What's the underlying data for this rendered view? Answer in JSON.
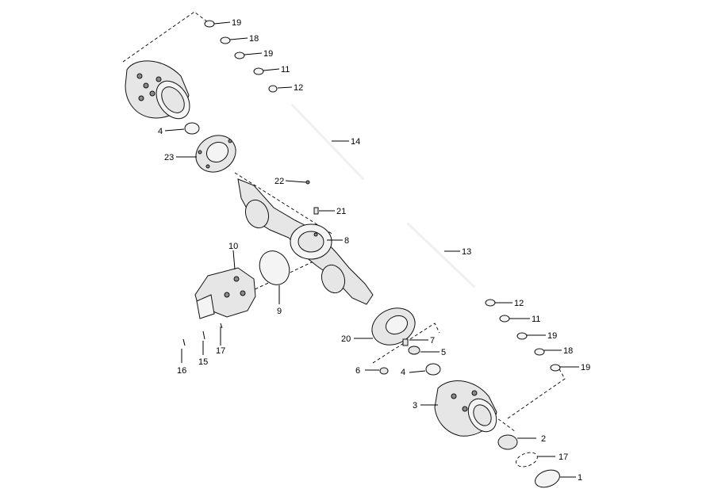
{
  "callouts": [
    {
      "id": "c19a",
      "text": "19"
    },
    {
      "id": "c18a",
      "text": "18"
    },
    {
      "id": "c19b",
      "text": "19"
    },
    {
      "id": "c11a",
      "text": "11"
    },
    {
      "id": "c12a",
      "text": "12"
    },
    {
      "id": "c14",
      "text": "14"
    },
    {
      "id": "c4a",
      "text": "4"
    },
    {
      "id": "c23",
      "text": "23"
    },
    {
      "id": "c22",
      "text": "22"
    },
    {
      "id": "c21",
      "text": "21"
    },
    {
      "id": "c8",
      "text": "8"
    },
    {
      "id": "c10",
      "text": "10"
    },
    {
      "id": "c9",
      "text": "9"
    },
    {
      "id": "c13",
      "text": "13"
    },
    {
      "id": "c12b",
      "text": "12"
    },
    {
      "id": "c11b",
      "text": "11"
    },
    {
      "id": "c19c",
      "text": "19"
    },
    {
      "id": "c18b",
      "text": "18"
    },
    {
      "id": "c19d",
      "text": "19"
    },
    {
      "id": "c20",
      "text": "20"
    },
    {
      "id": "c7",
      "text": "7"
    },
    {
      "id": "c5",
      "text": "5"
    },
    {
      "id": "c6",
      "text": "6"
    },
    {
      "id": "c4b",
      "text": "4"
    },
    {
      "id": "c16",
      "text": "16"
    },
    {
      "id": "c15",
      "text": "15"
    },
    {
      "id": "c17a",
      "text": "17"
    },
    {
      "id": "c3",
      "text": "3"
    },
    {
      "id": "c2",
      "text": "2"
    },
    {
      "id": "c17b",
      "text": "17"
    },
    {
      "id": "c1",
      "text": "1"
    }
  ]
}
